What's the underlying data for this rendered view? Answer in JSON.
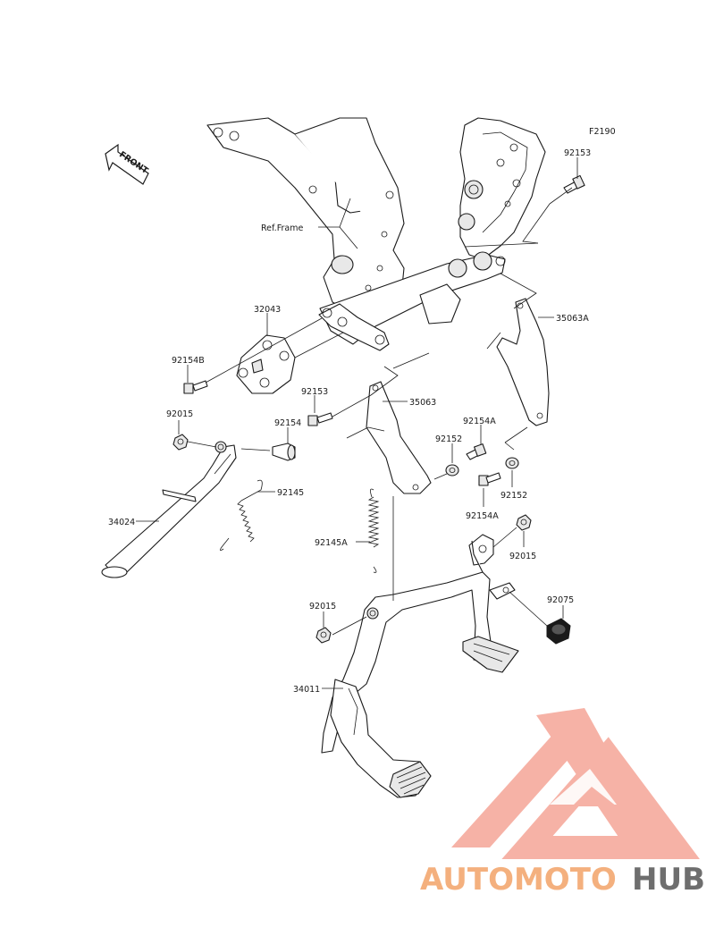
{
  "figure_code": "F2190",
  "front_arrow_label": "FRONT",
  "labels": {
    "ref_frame": "Ref.Frame",
    "p92153_top": "92153",
    "p32043": "32043",
    "p35063A": "35063A",
    "p92154B": "92154B",
    "p92153_mid": "92153",
    "p35063": "35063",
    "p92015_left": "92015",
    "p92154": "92154",
    "p92154A_top": "92154A",
    "p92152_left": "92152",
    "p92145": "92145",
    "p92152_right": "92152",
    "p34024": "34024",
    "p92154A_bottom": "92154A",
    "p92145A": "92145A",
    "p92015_right": "92015",
    "p92075": "92075",
    "p92015_bottom": "92015",
    "p34011": "34011"
  },
  "watermark": {
    "part1": "AUTOMOTO",
    "part2": "HUB",
    "color_light": "#f4a79a",
    "color_orange": "#f7b77a",
    "color_gray": "#6b6b6b"
  }
}
